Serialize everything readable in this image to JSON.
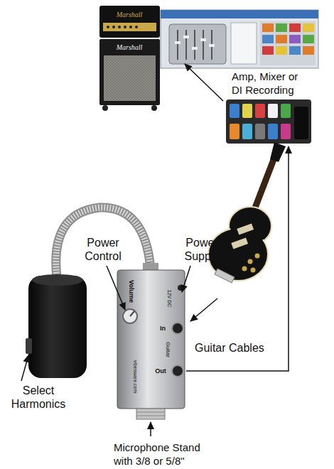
{
  "diagram": {
    "labels": [
      "Marshall",
      "Marshall",
      "Amp, Mixer or DI Recording",
      "Power Control",
      "Power Supply",
      "Volume",
      "12V DC",
      "In",
      "Guitar",
      "Guitar Cables",
      "Out",
      "vibesware.com",
      "Select Harmonics",
      "Microphone Stand with 3/8 or 5/8\""
    ]
  }
}
